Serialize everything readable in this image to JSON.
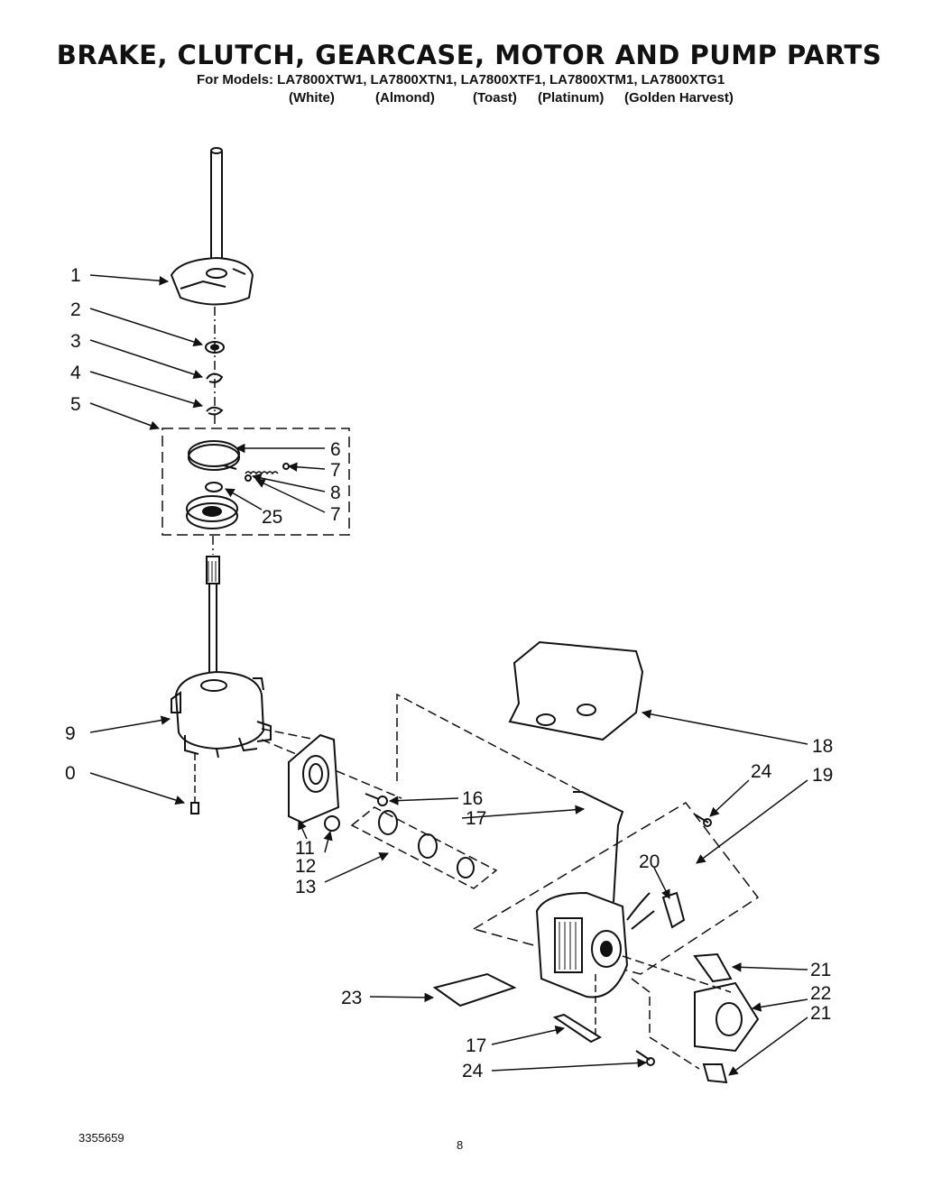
{
  "title": "BRAKE, CLUTCH, GEARCASE, MOTOR AND PUMP PARTS",
  "models_line": "For Models: LA7800XTW1, LA7800XTN1, LA7800XTF1, LA7800XTM1, LA7800XTG1",
  "colors": [
    "(White)",
    "(Almond)",
    "(Toast)",
    "(Platinum)",
    "(Golden Harvest)"
  ],
  "callouts": [
    "1",
    "2",
    "3",
    "4",
    "5",
    "6",
    "7",
    "8",
    "7",
    "25",
    "9",
    "0",
    "16",
    "17",
    "11",
    "12",
    "13",
    "18",
    "24",
    "19",
    "20",
    "21",
    "22",
    "21",
    "23",
    "17",
    "24"
  ],
  "document_number": "3355659",
  "page_number": "8"
}
